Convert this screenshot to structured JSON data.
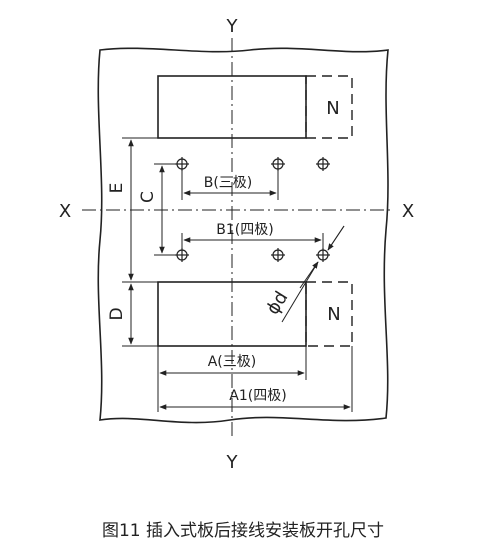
{
  "labels": {
    "axis_y_top": "Y",
    "axis_y_bottom": "Y",
    "axis_x_left": "X",
    "axis_x_right": "X",
    "n_top": "N",
    "n_bottom": "N",
    "dim_B": "B(三极)",
    "dim_B1": "B1(四极)",
    "dim_A": "A(三极)",
    "dim_A1": "A1(四极)",
    "dim_C": "C",
    "dim_D": "D",
    "dim_E": "E",
    "dim_phi_d": "ϕd"
  },
  "caption": "图11 插入式板后接线安装板开孔尺寸",
  "colors": {
    "ink": "#222222",
    "paper": "#ffffff"
  },
  "icons": {
    "hole": "crosshair-circle"
  }
}
